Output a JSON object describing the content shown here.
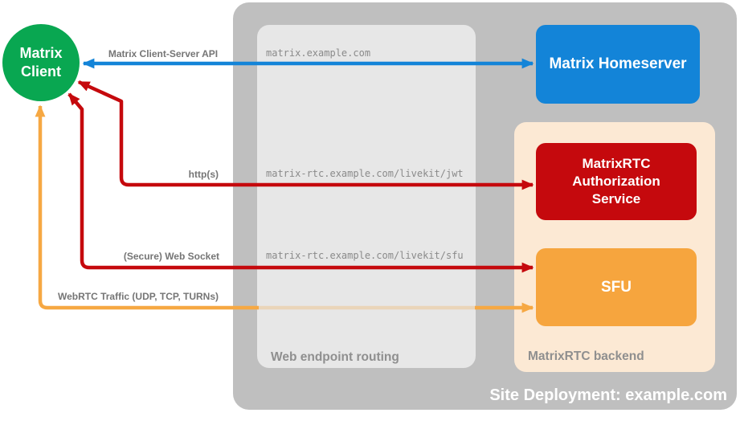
{
  "containers": {
    "site": {
      "label": "Site Deployment: example.com",
      "color": "#bfbfbf"
    },
    "routing": {
      "label": "Web endpoint routing",
      "color": "#e7e7e7"
    },
    "backend": {
      "label": "MatrixRTC backend",
      "color": "#fce9d4"
    }
  },
  "nodes": {
    "client": {
      "line1": "Matrix",
      "line2": "Client",
      "color": "#09a751"
    },
    "homeserver": {
      "label": "Matrix Homeserver",
      "color": "#1384d8"
    },
    "auth_service": {
      "label": "MatrixRTC Authorization Service",
      "color": "#c5090d"
    },
    "sfu": {
      "label": "SFU",
      "color": "#f6a53e"
    }
  },
  "connections": [
    {
      "name": "matrix-client-server-api",
      "label": "Matrix Client-Server API",
      "route": "matrix.example.com",
      "from": "Matrix Client",
      "to": "Matrix Homeserver",
      "bidirectional": true,
      "color": "#1384d8"
    },
    {
      "name": "https-jwt",
      "label": "http(s)",
      "route": "matrix-rtc.example.com/livekit/jwt",
      "from": "Matrix Client",
      "to": "MatrixRTC Authorization Service",
      "bidirectional": true,
      "color": "#c5090d"
    },
    {
      "name": "secure-web-socket",
      "label": "(Secure) Web Socket",
      "route": "matrix-rtc.example.com/livekit/sfu",
      "from": "Matrix Client",
      "to": "SFU",
      "bidirectional": true,
      "color": "#c5090d"
    },
    {
      "name": "webrtc-traffic",
      "label": "WebRTC Traffic (UDP, TCP, TURNs)",
      "route": "",
      "from": "Matrix Client",
      "to": "SFU",
      "bidirectional": true,
      "color": "#f6a843"
    }
  ]
}
